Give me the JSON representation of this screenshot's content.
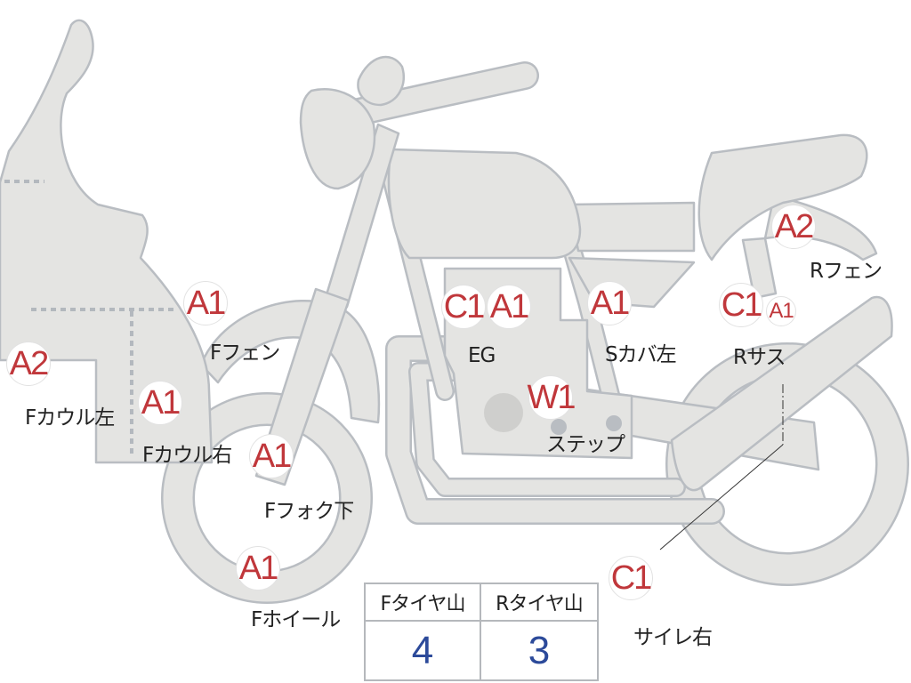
{
  "parts": [
    {
      "id": "front-cowl-left",
      "grade": "A2",
      "label": "Fカウル左"
    },
    {
      "id": "front-cowl-right",
      "grade": "A1",
      "label": "Fカウル右"
    },
    {
      "id": "front-fender",
      "grade": "A1",
      "label": "Fフェン"
    },
    {
      "id": "front-fork-lower",
      "grade": "A1",
      "label": "Fフォク下"
    },
    {
      "id": "front-wheel",
      "grade": "A1",
      "label": "Fホイール"
    },
    {
      "id": "engine",
      "grades": [
        "C1",
        "A1"
      ],
      "label": "EG"
    },
    {
      "id": "side-cover-left",
      "grade": "A1",
      "label": "Sカバ左"
    },
    {
      "id": "step",
      "grade": "W1",
      "label": "ステップ"
    },
    {
      "id": "rear-suspension",
      "grades": [
        "C1",
        "A1"
      ],
      "label": "Rサス"
    },
    {
      "id": "rear-fender",
      "grade": "A2",
      "label": "Rフェン"
    },
    {
      "id": "muffler-right",
      "grade": "C1",
      "label": "サイレ右"
    }
  ],
  "tire_table": {
    "front_header": "Fタイヤ山",
    "rear_header": "Rタイヤ山",
    "front_value": "4",
    "rear_value": "3"
  },
  "colors": {
    "grade_text": "#c0373b",
    "tire_value_text": "#2c4a9a",
    "part_fill": "#e4e4e2",
    "part_outline": "#b9bdc2"
  }
}
